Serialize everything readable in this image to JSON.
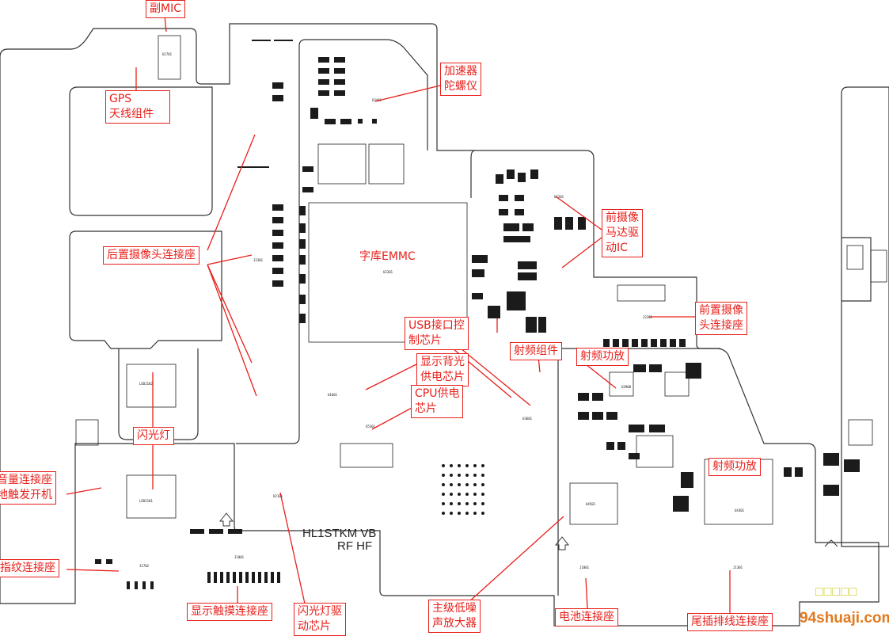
{
  "board_model": {
    "line1": "HL1STKM VB",
    "line2": "RF HF"
  },
  "watermark": {
    "site": "94shuaji.com",
    "blocks": "□□□□□"
  },
  "colors": {
    "label_red": "#e8201b",
    "board_outline": "#333333",
    "watermark_yellow": "#cccc22",
    "watermark_orange": "#e07a1f"
  },
  "labels": {
    "sub_mic": "副MIC",
    "gps_line1": "GPS",
    "gps_line2": "天线组件",
    "accel_line1": "加速器",
    "accel_line2": "陀螺仪",
    "rear_camera": "后置摄像头连接座",
    "emmc": "字库EMMC",
    "front_cam_motor_line1": "前摄像",
    "front_cam_motor_line2": "马达驱",
    "front_cam_motor_line3": "动IC",
    "front_camera_line1": "前置摄像",
    "front_camera_line2": "头连接座",
    "usb_line1": "USB接口控",
    "usb_line2": "制芯片",
    "rf_module": "射频组件",
    "rf_pa_1": "射频功放",
    "backlight_line1": "显示背光",
    "backlight_line2": "供电芯片",
    "cpu_power_line1": "CPU供电",
    "cpu_power_line2": "芯片",
    "flash": "闪光灯",
    "volume_line1": "音量连接座",
    "volume_line2": "地触发开机",
    "rf_pa_2": "射频功放",
    "fingerprint": "指纹连接座",
    "touch_display": "显示触摸连接座",
    "flash_driver_line1": "闪光灯驱",
    "flash_driver_line2": "动芯片",
    "lna_line1": "主级低噪",
    "lna_line2": "声放大器",
    "battery": "电池连接座",
    "tail_plug": "尾插排线连接座"
  },
  "board_codes": {
    "emmc": "U2201",
    "rf_pa_chip": "U4301",
    "pa_area": "U3900",
    "flash_led_top": "LED2102",
    "flash_led_bottom": "LED2101",
    "fingerprint_conn": "J1702",
    "touch_conn": "J1001",
    "battery_conn": "J1801",
    "tail_conn": "J1301",
    "front_cam_conn": "J2201",
    "rear_cam_conn": "J2301",
    "mic_chip": "U1701",
    "front_motor_ic": "U2201",
    "cpu_power_chip": "U5301",
    "backlight_chip": "U1601",
    "usb_chip": "U3601",
    "lna_chip": "U4501",
    "flash_driver_chip": "U2101",
    "gyro_chip": "U3401"
  }
}
